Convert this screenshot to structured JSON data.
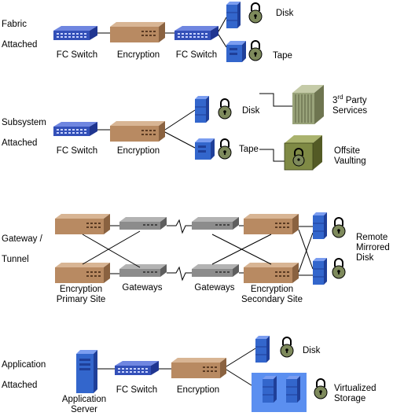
{
  "sections": {
    "fabric": {
      "line1": "Fabric",
      "line2": "Attached"
    },
    "subsystem": {
      "line1": "Subsystem",
      "line2": "Attached"
    },
    "gateway": {
      "line1": "Gateway /",
      "line2": "Tunnel"
    },
    "application": {
      "line1": "Application",
      "line2": "Attached"
    }
  },
  "labels": {
    "fc_switch": "FC Switch",
    "encryption": "Encryption",
    "disk": "Disk",
    "tape": "Tape",
    "third_party_sup": "rd",
    "third_party_num": "3",
    "third_party_1": "Party",
    "third_party_2": "Services",
    "offsite_1": "Offsite",
    "offsite_2": "Vaulting",
    "enc_primary_1": "Encryption",
    "enc_primary_2": "Primary Site",
    "gateways": "Gateways",
    "enc_secondary_1": "Encryption",
    "enc_secondary_2": "Secondary Site",
    "remote_1": "Remote",
    "remote_2": "Mirrored",
    "remote_3": "Disk",
    "app_server_1": "Application",
    "app_server_2": "Server",
    "virtualized_1": "Virtualized",
    "virtualized_2": "Storage"
  },
  "colors": {
    "switch": "#3350b8",
    "encryption": "#b88a62",
    "gateway": "#8c8c8c",
    "disk": "#3366cc",
    "lock": "#7e8a5c",
    "building": "#99a37a",
    "vault": "#7f8a45",
    "virtual_bg": "#5b8ff0"
  }
}
